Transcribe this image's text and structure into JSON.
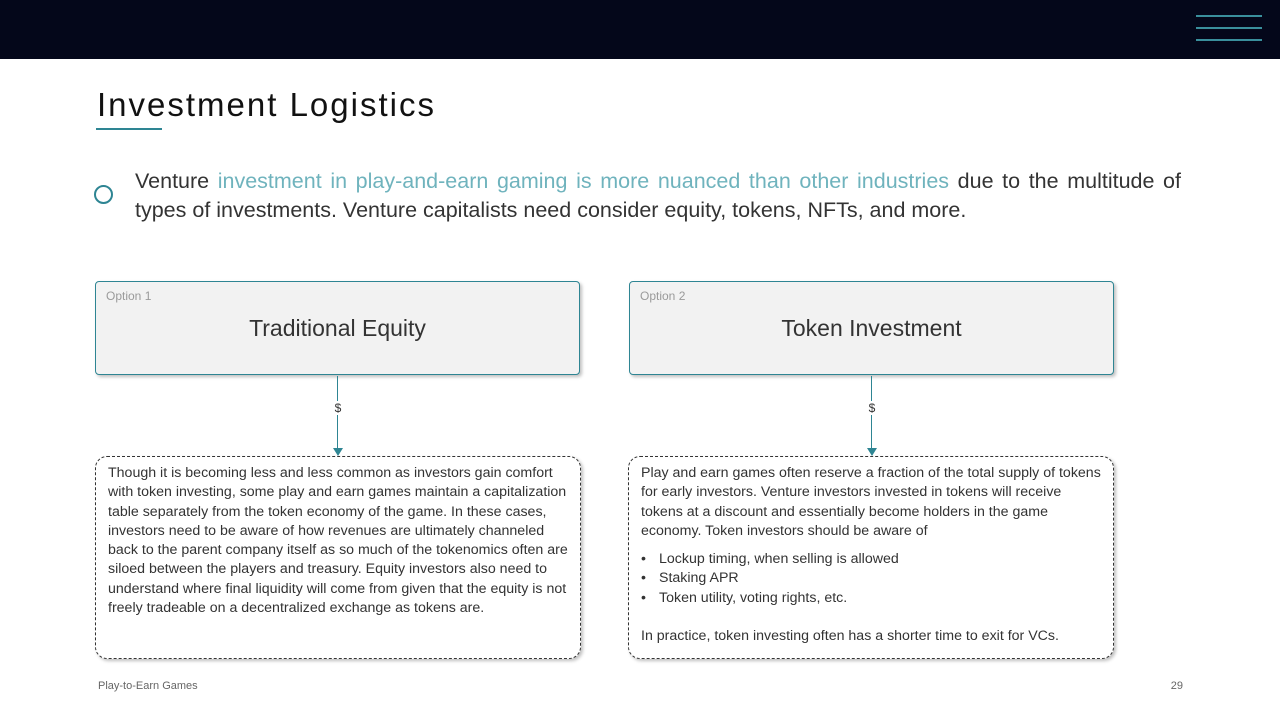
{
  "slide": {
    "title": "Investment Logistics",
    "intro": {
      "before": "Venture ",
      "highlight": "investment in play-and-earn gaming is more nuanced than other industries",
      "after": " due to the multitude of types of investments. Venture capitalists need consider equity, tokens, NFTs, and more."
    },
    "options": [
      {
        "label": "Option 1",
        "title": "Traditional Equity",
        "connector_label": "$",
        "description": "Though it is becoming less and less common as investors gain comfort with token investing, some play and earn games maintain a capitalization table separately from the token economy of the game. In these cases, investors need to be aware of how revenues are ultimately channeled back to the parent company itself as so much of the tokenomics often are siloed between the players and treasury. Equity investors also need to understand where final liquidity will come from given that the equity is not freely tradeable on a decentralized exchange as tokens are."
      },
      {
        "label": "Option 2",
        "title": "Token Investment",
        "connector_label": "$",
        "description": "Play and earn games often reserve a fraction of the total supply of tokens for early investors. Venture investors invested in tokens will receive tokens at a discount and essentially become holders in the game economy. Token investors should be aware of",
        "bullets": [
          "Lockup timing, when selling is allowed",
          "Staking APR",
          "Token utility, voting rights, etc."
        ],
        "closing": "In practice, token investing often has a shorter time to exit for VCs."
      }
    ]
  },
  "footer": {
    "left": "Play-to-Earn Games",
    "page_number": "29"
  },
  "colors": {
    "header_bar": "#04071a",
    "accent": "#2e8593",
    "highlight_text": "#6fb3bd"
  },
  "icons": {
    "menu": "hamburger-menu-icon",
    "bullet": "circle-bullet-icon"
  }
}
